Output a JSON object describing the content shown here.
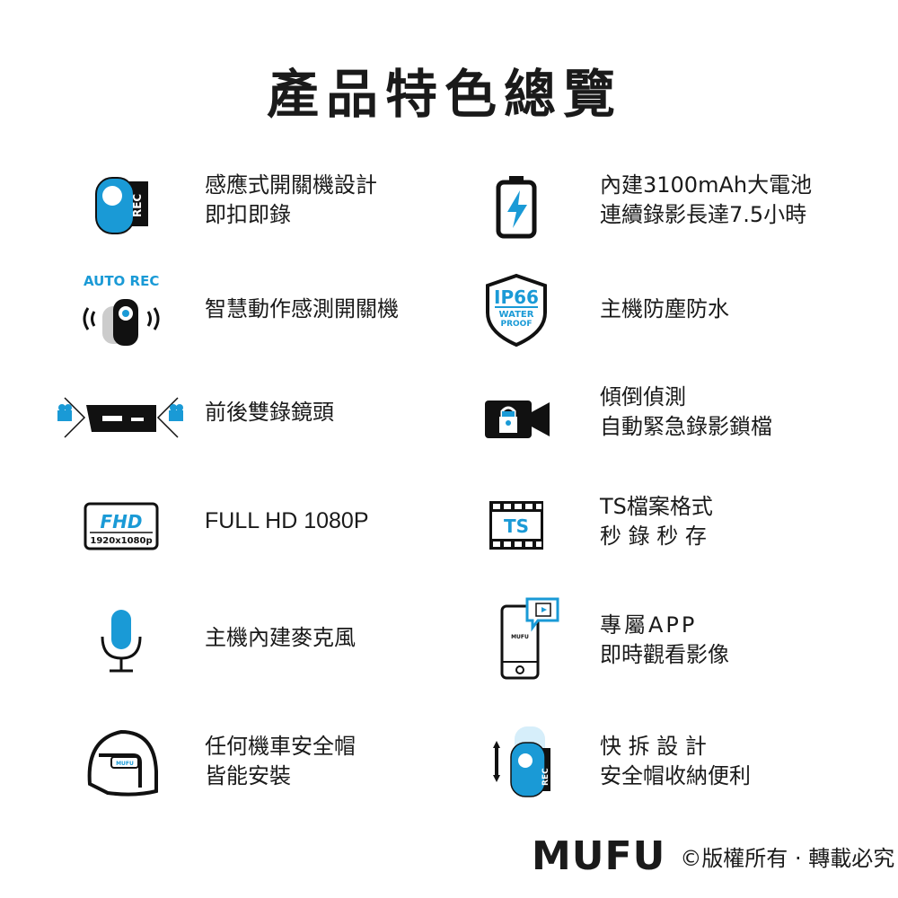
{
  "title": "產品特色總覽",
  "accent": "#1a9ad6",
  "features": [
    {
      "icon": "camera-rec-icon",
      "icon_label": "REC",
      "lines": [
        "感應式開關機設計",
        "即扣即錄"
      ]
    },
    {
      "icon": "battery-icon",
      "lines": [
        "內建3100mAh大電池",
        "連續錄影長達7.5小時"
      ]
    },
    {
      "icon": "auto-rec-icon",
      "icon_label": "AUTO REC",
      "lines": [
        "智慧動作感測開關機"
      ]
    },
    {
      "icon": "ip66-shield-icon",
      "icon_label": "IP66",
      "icon_sub": [
        "WATER",
        "PROOF"
      ],
      "lines": [
        "主機防塵防水"
      ]
    },
    {
      "icon": "dual-lens-icon",
      "lines": [
        "前後雙錄鏡頭"
      ]
    },
    {
      "icon": "lock-video-icon",
      "lines": [
        "傾倒偵測",
        "自動緊急錄影鎖檔"
      ]
    },
    {
      "icon": "fhd-icon",
      "icon_label": "FHD",
      "icon_sub": [
        "1920x1080p"
      ],
      "lines": [
        "FULL HD 1080P"
      ]
    },
    {
      "icon": "ts-film-icon",
      "icon_label": "TS",
      "lines": [
        "TS檔案格式",
        "秒 錄 秒 存"
      ]
    },
    {
      "icon": "microphone-icon",
      "lines": [
        "主機內建麥克風"
      ]
    },
    {
      "icon": "phone-app-icon",
      "icon_label": "MUFU",
      "lines": [
        "專屬APP",
        "即時觀看影像"
      ]
    },
    {
      "icon": "helmet-icon",
      "icon_label": "MUFU",
      "lines": [
        "任何機車安全帽",
        "皆能安裝"
      ]
    },
    {
      "icon": "detachable-mount-icon",
      "icon_label": "REC",
      "lines": [
        "快 拆 設 計",
        "安全帽收納便利"
      ]
    }
  ],
  "footer": {
    "logo": "MUFU",
    "copyright": "©版權所有 · 轉載必究"
  }
}
